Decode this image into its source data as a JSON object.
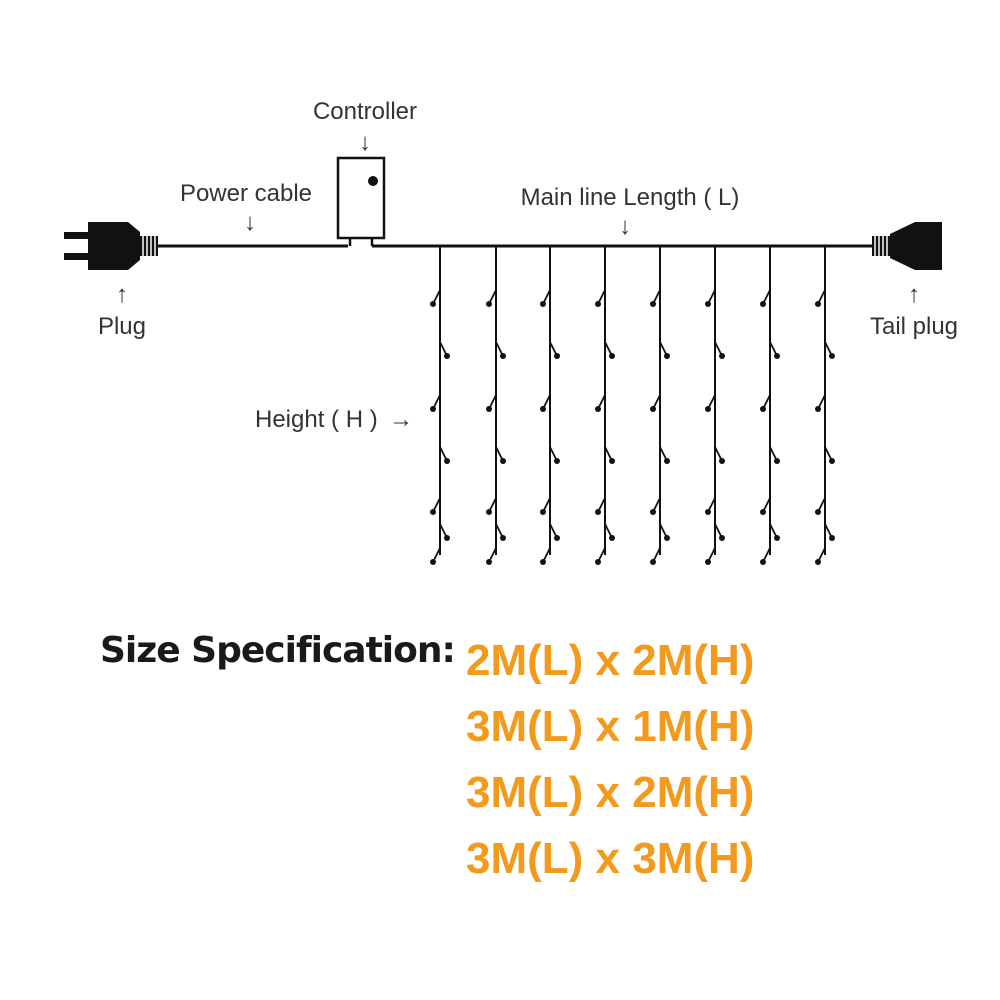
{
  "labels": {
    "controller": "Controller",
    "power_cable": "Power cable",
    "main_line": "Main line Length ( L)",
    "plug": "Plug",
    "tail_plug": "Tail plug",
    "height": "Height ( H )"
  },
  "arrows": {
    "down": "↓",
    "up": "↑",
    "right": "→"
  },
  "spec": {
    "title": "Size Specification:",
    "items": [
      "2M(L) x 2M(H)",
      "3M(L) x 1M(H)",
      "3M(L) x 2M(H)",
      "3M(L) x 3M(H)"
    ]
  },
  "icons": {
    "plug": "plug-icon",
    "tail_plug": "tail-plug-icon",
    "controller": "controller-box-icon"
  },
  "colors": {
    "line": "#111111",
    "text": "#333333",
    "spec_value": "#f39a1c"
  }
}
